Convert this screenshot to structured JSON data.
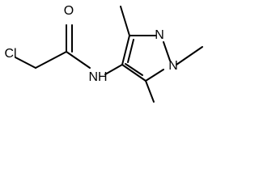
{
  "atoms": {
    "chlorine": "Cl",
    "oxygen": "O",
    "amide_nitrogen": "NH",
    "pyrazole_n2": "N",
    "pyrazole_n1": "N"
  }
}
